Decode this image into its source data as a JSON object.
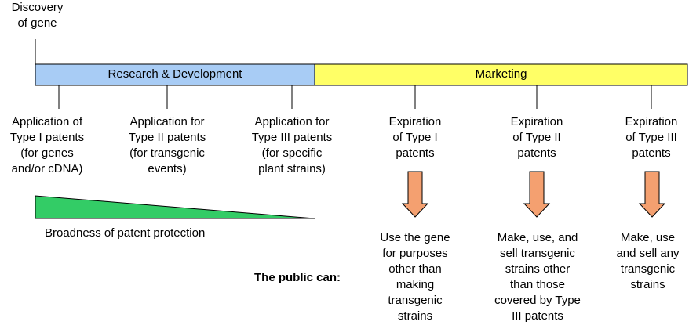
{
  "discovery": "Discovery\nof gene",
  "bars": {
    "research": "Research & Development",
    "marketing": "Marketing",
    "research_color": "#a8ccf5",
    "marketing_color": "#ffff66"
  },
  "applications": [
    "Application of\nType I patents\n(for genes\nand/or cDNA)",
    "Application for\nType II patents\n(for transgenic\nevents)",
    "Application for\nType III patents\n(for specific\nplant strains)"
  ],
  "expirations": [
    "Expiration\nof Type I\npatents",
    "Expiration\nof Type II\npatents",
    "Expiration\nof Type III\npatents"
  ],
  "wedge": {
    "label": "Broadness of patent protection",
    "color": "#33cc66"
  },
  "arrow_color": "#f4a070",
  "public_label": "The public can:",
  "public_outcomes": [
    "Use the gene\nfor purposes\nother than\nmaking\ntransgenic\nstrains",
    "Make, use, and\nsell transgenic\nstrains other\nthan those\ncovered by Type\nIII patents",
    "Make, use\nand sell any\ntransgenic\nstrains"
  ]
}
